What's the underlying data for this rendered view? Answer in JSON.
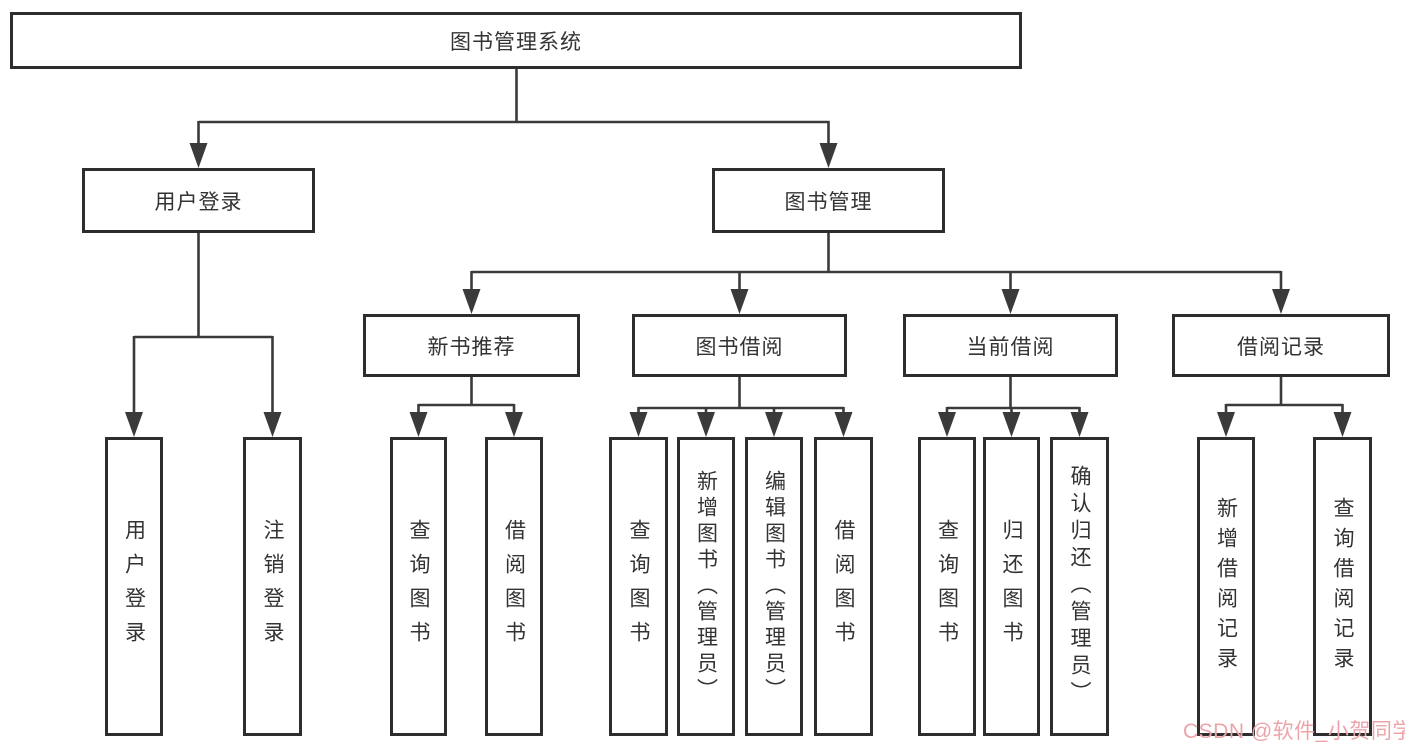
{
  "diagram_title": "图书管理系统",
  "tree": {
    "label": "图书管理系统",
    "children": [
      {
        "label": "用户登录",
        "children": [
          {
            "label": "用户登录"
          },
          {
            "label": "注销登录"
          }
        ]
      },
      {
        "label": "图书管理",
        "children": [
          {
            "label": "新书推荐",
            "children": [
              {
                "label": "查询图书"
              },
              {
                "label": "借阅图书"
              }
            ]
          },
          {
            "label": "图书借阅",
            "children": [
              {
                "label": "查询图书"
              },
              {
                "label": "新增图书（管理员）"
              },
              {
                "label": "编辑图书（管理员）"
              },
              {
                "label": "借阅图书"
              }
            ]
          },
          {
            "label": "当前借阅",
            "children": [
              {
                "label": "查询图书"
              },
              {
                "label": "归还图书"
              },
              {
                "label": "确认归还（管理员）"
              }
            ]
          },
          {
            "label": "借阅记录",
            "children": [
              {
                "label": "新增借阅记录"
              },
              {
                "label": "查询借阅记录"
              }
            ]
          }
        ]
      }
    ]
  },
  "watermark": {
    "text": "CSDN @软件_小贺同学"
  },
  "colors": {
    "box_border": "#2d2d2d",
    "line": "#3a3a3a",
    "text": "#333333",
    "watermark": "#eca4aa",
    "background": "#ffffff"
  }
}
